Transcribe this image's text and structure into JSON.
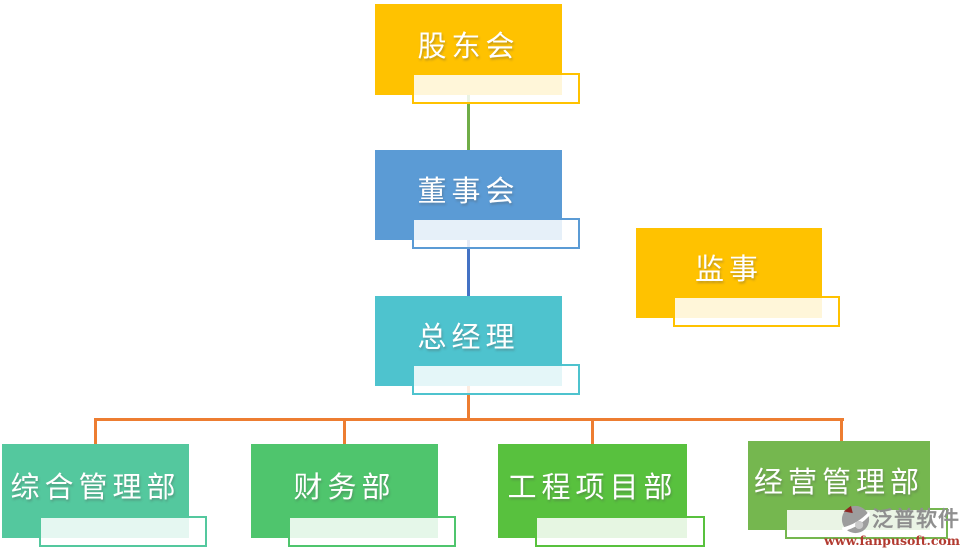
{
  "diagram": {
    "type": "org-chart",
    "title": "",
    "nodes": [
      {
        "id": "shareholders-meeting",
        "label": "股东会",
        "color": "#FFC200",
        "tier": 1,
        "parent": null
      },
      {
        "id": "board-of-directors",
        "label": "董事会",
        "color": "#5B9BD5",
        "tier": 2,
        "parent": "shareholders-meeting"
      },
      {
        "id": "supervisor",
        "label": "监事",
        "color": "#FFC200",
        "tier": 2,
        "parent": null
      },
      {
        "id": "general-manager",
        "label": "总经理",
        "color": "#4EC3CE",
        "tier": 3,
        "parent": "board-of-directors"
      },
      {
        "id": "general-admin-dept",
        "label": "综合管理部",
        "color": "#54C89E",
        "tier": 4,
        "parent": "general-manager"
      },
      {
        "id": "finance-dept",
        "label": "财务部",
        "color": "#4FC56D",
        "tier": 4,
        "parent": "general-manager"
      },
      {
        "id": "engineering-project-dept",
        "label": "工程项目部",
        "color": "#58C13E",
        "tier": 4,
        "parent": "general-manager"
      },
      {
        "id": "operations-admin-dept",
        "label": "经营管理部",
        "color": "#75B74F",
        "tier": 4,
        "parent": "general-manager"
      }
    ],
    "edges": [
      {
        "from": "shareholders-meeting",
        "to": "board-of-directors",
        "color": "#70AD47"
      },
      {
        "from": "board-of-directors",
        "to": "general-manager",
        "color": "#4472C4"
      },
      {
        "from": "general-manager",
        "to": "departments-rail",
        "color": "#ED7D31"
      }
    ]
  },
  "watermark": {
    "brand": "泛普软件",
    "url": "www.fanpusoft.com",
    "brand_color": "#8f8f8f",
    "url_color": "#b23a30"
  }
}
